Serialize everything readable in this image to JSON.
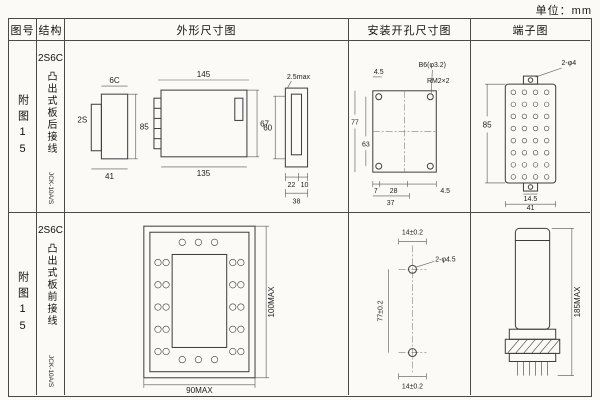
{
  "page": {
    "unit": "单位：mm"
  },
  "headers": {
    "fig": "图号",
    "structure": "结构",
    "outline": "外形尺寸图",
    "mounting": "安装开孔尺寸图",
    "terminal": "端子图"
  },
  "rows": [
    {
      "fig": "附图15",
      "model": "2S6C",
      "desc": "凸出式板后接线",
      "code": "JCK-10A/S",
      "outline": {
        "w6c": "6C",
        "w2s": "2S",
        "h85": "85",
        "w41": "41",
        "w145": "145",
        "w135": "135",
        "h67": "67",
        "t25": "2.5max",
        "h60": "60",
        "w22": "22",
        "w10": "10",
        "w38": "38"
      },
      "mounting": {
        "c45t": "4.5",
        "hole": "B6(φ3.2)",
        "thread": "RM2×2",
        "h77": "77",
        "h63": "63",
        "w7": "7",
        "w28": "28",
        "w37": "37",
        "c45b": "4.5"
      },
      "terminal": {
        "holes": "2-φ4",
        "h85": "85",
        "w145": "14.5",
        "w41": "41"
      }
    },
    {
      "fig": "附图15",
      "model": "2S6C",
      "desc": "凸出式板前接线",
      "code": "JCK-10A/S",
      "outline": {
        "h100": "100MAX",
        "w90": "90MAX"
      },
      "mounting": {
        "t14": "14±0.2",
        "holes": "2-φ4.5",
        "h77": "77±0.2",
        "b14": "14±0.2"
      },
      "terminal": {
        "h185": "185MAX"
      }
    }
  ]
}
